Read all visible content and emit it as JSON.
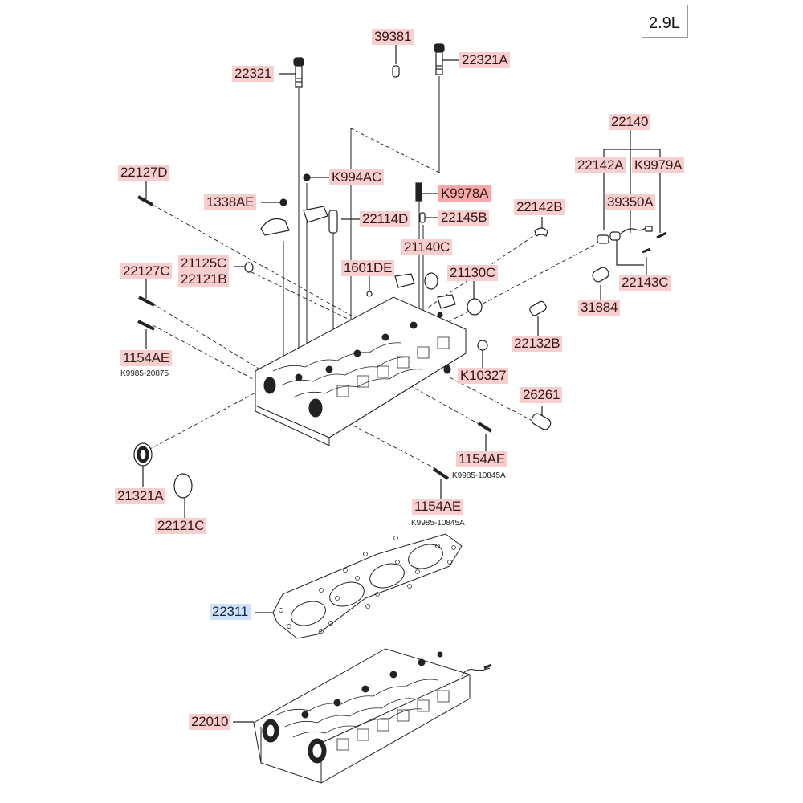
{
  "engine": "2.9L",
  "labels": [
    {
      "id": "22321",
      "text": "22321",
      "style": "normal"
    },
    {
      "id": "39381",
      "text": "39381",
      "style": "normal"
    },
    {
      "id": "22321A",
      "text": "22321A",
      "style": "normal"
    },
    {
      "id": "22127D",
      "text": "22127D",
      "style": "normal"
    },
    {
      "id": "K994AC",
      "text": "K994AC",
      "style": "normal"
    },
    {
      "id": "K9978A",
      "text": "K9978A",
      "style": "highlighted"
    },
    {
      "id": "1338AE",
      "text": "1338AE",
      "style": "normal"
    },
    {
      "id": "22114D",
      "text": "22114D",
      "style": "normal"
    },
    {
      "id": "22145B",
      "text": "22145B",
      "style": "normal"
    },
    {
      "id": "22140",
      "text": "22140",
      "style": "normal"
    },
    {
      "id": "22142A",
      "text": "22142A",
      "style": "normal"
    },
    {
      "id": "K9979A",
      "text": "K9979A",
      "style": "normal"
    },
    {
      "id": "39350A",
      "text": "39350A",
      "style": "normal"
    },
    {
      "id": "22142B",
      "text": "22142B",
      "style": "normal"
    },
    {
      "id": "21140C",
      "text": "21140C",
      "style": "normal"
    },
    {
      "id": "22127C",
      "text": "22127C",
      "style": "normal"
    },
    {
      "id": "21125C",
      "text": "21125C",
      "style": "normal"
    },
    {
      "id": "22121B",
      "text": "22121B",
      "style": "normal"
    },
    {
      "id": "1601DE",
      "text": "1601DE",
      "style": "normal"
    },
    {
      "id": "21130C",
      "text": "21130C",
      "style": "normal"
    },
    {
      "id": "22143C",
      "text": "22143C",
      "style": "normal"
    },
    {
      "id": "31884",
      "text": "31884",
      "style": "normal"
    },
    {
      "id": "22132B",
      "text": "22132B",
      "style": "normal"
    },
    {
      "id": "1154AE_a",
      "text": "1154AE",
      "style": "normal"
    },
    {
      "id": "K10327",
      "text": "K10327",
      "style": "normal"
    },
    {
      "id": "26261",
      "text": "26261",
      "style": "normal"
    },
    {
      "id": "1154AE_b",
      "text": "1154AE",
      "style": "normal"
    },
    {
      "id": "21321A",
      "text": "21321A",
      "style": "normal"
    },
    {
      "id": "1154AE_c",
      "text": "1154AE",
      "style": "normal"
    },
    {
      "id": "22121C",
      "text": "22121C",
      "style": "normal"
    },
    {
      "id": "22311",
      "text": "22311",
      "style": "selected"
    },
    {
      "id": "22010",
      "text": "22010",
      "style": "normal"
    }
  ],
  "sublabels": {
    "k9985_20875": "K9985-20875",
    "k9985_10845a_1": "K9985-10845A",
    "k9985_10845a_2": "K9985-10845A"
  },
  "colors": {
    "label_bg": "#f8cfcf",
    "label_highlight_bg": "#f5a9a9",
    "label_selected_bg": "#cfe3f8",
    "line": "#222222"
  }
}
